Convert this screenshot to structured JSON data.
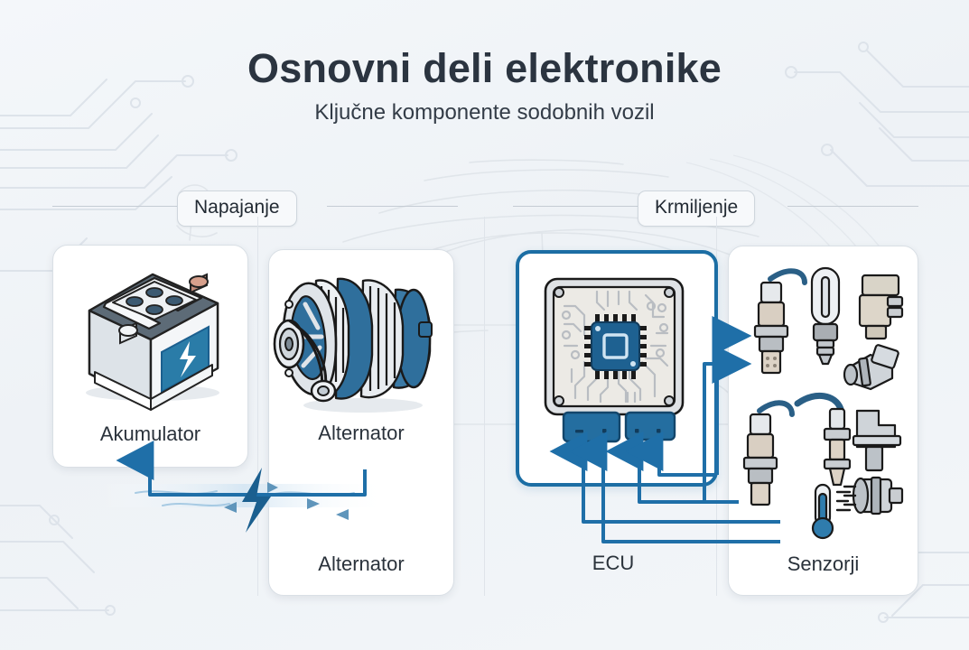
{
  "header": {
    "title": "Osnovni deli elektronike",
    "subtitle": "Ključne komponente sodobnih vozil"
  },
  "sections": [
    {
      "id": "power",
      "label": "Napajanje"
    },
    {
      "id": "control",
      "label": "Krmiljenje"
    }
  ],
  "cards": [
    {
      "id": "battery",
      "label": "Akumulator",
      "icon": "car-battery-icon",
      "accent": false
    },
    {
      "id": "alternator",
      "label": "Alternator",
      "icon": "alternator-icon",
      "accent": false
    },
    {
      "id": "ecu",
      "label": "ECU",
      "icon": "ecu-circuit-board-icon",
      "accent": true
    },
    {
      "id": "sensors",
      "label": "Senzorji",
      "icon": "sensors-grid-icon",
      "accent": false
    }
  ],
  "extra_labels": [
    {
      "id": "alternator-bottom",
      "text": "Alternator"
    },
    {
      "id": "ecu-bottom",
      "text": "ECU"
    }
  ],
  "flows": [
    {
      "id": "alternator-to-battery",
      "from": "alternator",
      "to": "battery",
      "marker": "lightning-bolt-icon"
    },
    {
      "id": "sensors-to-ecu-1",
      "from": "sensors",
      "to": "ecu"
    },
    {
      "id": "sensors-to-ecu-2",
      "from": "sensors",
      "to": "ecu"
    },
    {
      "id": "sensors-to-ecu-3",
      "from": "sensors",
      "to": "ecu"
    },
    {
      "id": "sensors-to-ecu-4",
      "from": "sensors",
      "to": "ecu"
    },
    {
      "id": "ecu-to-sensors-1",
      "from": "ecu",
      "to": "sensors"
    },
    {
      "id": "ecu-to-sensors-2",
      "from": "ecu",
      "to": "sensors"
    }
  ],
  "colors": {
    "accent_blue": "#1c6ea4",
    "deep_blue": "#1b5f8f",
    "flow_blue": "#1f6fa8",
    "ink": "#2b3440",
    "background": "#f2f5f8",
    "card_border": "#d9dfe5",
    "rule": "#c5ccd4",
    "bg_trace": "#dfe5eb"
  }
}
